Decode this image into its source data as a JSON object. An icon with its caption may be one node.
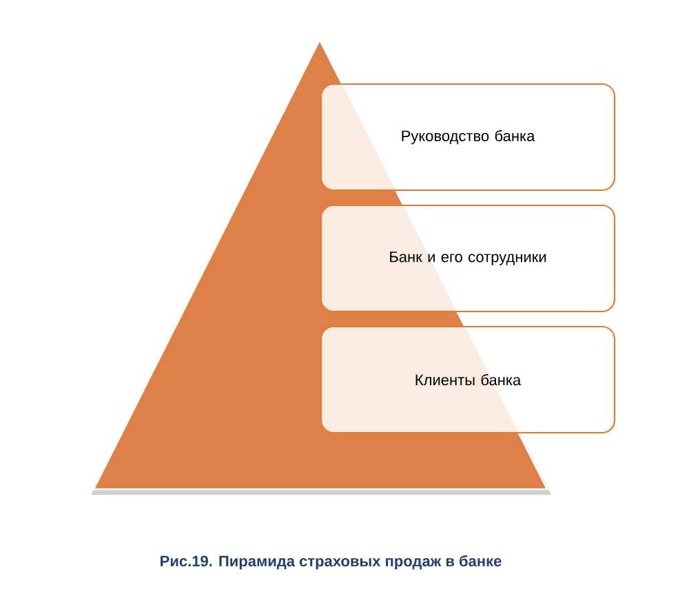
{
  "diagram": {
    "caption": "Рис.19. Пирамида страховых продаж в банке",
    "nodes": [
      {
        "text": [
          "Руководство банка"
        ]
      },
      {
        "text": [
          "Банк и его сотрудники"
        ]
      },
      {
        "text": [
          "Клиенты банка"
        ]
      }
    ]
  }
}
